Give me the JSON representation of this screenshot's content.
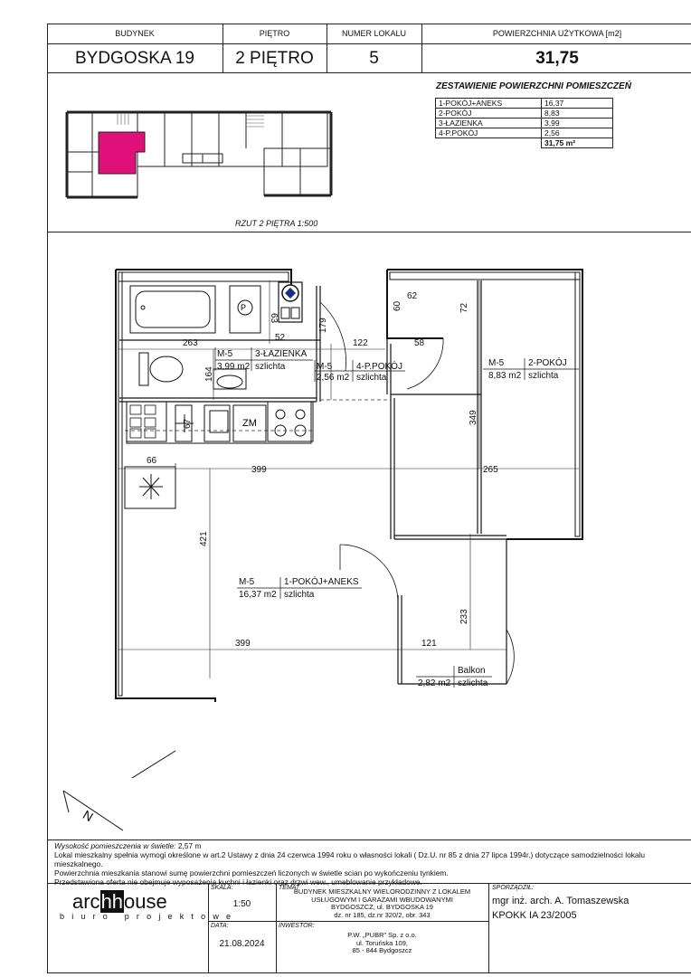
{
  "header": {
    "building_label": "BUDYNEK",
    "floor_label": "PIĘTRO",
    "unit_label": "NUMER LOKALU",
    "area_label": "POWIERZCHNIA UŻYTKOWA [m2]",
    "building": "BYDGOSKA 19",
    "floor": "2 PIĘTRO",
    "unit": "5",
    "area": "31,75"
  },
  "summary": {
    "title": "ZESTAWIENIE POWIERZCHNI POMIESZCZEŃ",
    "rows": [
      {
        "name": "1-POKÓJ+ANEKS",
        "value": "16,37"
      },
      {
        "name": "2-POKÓJ",
        "value": "8,83"
      },
      {
        "name": "3-ŁAZIENKA",
        "value": "3,99"
      },
      {
        "name": "4-P.POKÓJ",
        "value": "2,56"
      }
    ],
    "total": "31,75 m²"
  },
  "keyplan": {
    "caption": "RZUT 2 PIĘTRA 1:500",
    "highlight_color": "#e0107a"
  },
  "plan": {
    "rooms": [
      {
        "code": "M-5",
        "name": "3-ŁAZIENKA",
        "area": "3,99 m2",
        "finish": "szlichta"
      },
      {
        "code": "M-5",
        "name": "4-P.POKÓJ",
        "area": "2,56 m2",
        "finish": "szlichta"
      },
      {
        "code": "M-5",
        "name": "2-POKÓJ",
        "area": "8,83 m2",
        "finish": "szlichta"
      },
      {
        "code": "M-5",
        "name": "1-POKÓJ+ANEKS",
        "area": "16,37 m2",
        "finish": "szlichta"
      },
      {
        "code": "",
        "name": "Balkon",
        "area": "2,82 m2",
        "finish": "szlichta"
      }
    ],
    "dimensions": [
      "263",
      "52",
      "63",
      "179",
      "122",
      "58",
      "62",
      "60",
      "72",
      "164",
      "349",
      "67",
      "66",
      "399",
      "265",
      "421",
      "233",
      "399",
      "121"
    ],
    "appliance_label": "ZM",
    "boiler_label": "P",
    "north_symbol": "N"
  },
  "notes": {
    "height_label": "Wysokość pomieszczenia w świetle:",
    "height_value": "2,57 m",
    "lines": [
      "Lokal mieszkalny spełnia wymogi określone w art.2 Ustawy z dnia 24 czerwca 1994 roku o własności lokali ( Dz.U. nr 85 z dnia 27 lipca 1994r.) dotyczące samodzielności lokalu mieszkalnego.",
      "Powierzchnia mieszkania stanowi sumę powierzchni pomieszczeń liczonych w świetle scian po wykończeniu tynkiem.",
      "Przedstawiona oferta nie obejmuje wyposażenia kuchni i łazienki oraz drzwi wew., umeblowanie przykładowe."
    ]
  },
  "titleblock": {
    "logo_left": "arc",
    "logo_mid": "hh",
    "logo_right": "ouse",
    "logo_sub": "biuro projektowe",
    "scale_label": "SKALA:",
    "scale": "1:50",
    "date_label": "DATA:",
    "date": "21.08.2024",
    "subject_label": "TEMAT",
    "subject_lines": [
      "BUDYNEK MIESZKALNY WIELORODZINNY Z LOKALEM",
      "USŁUGOWYM I GARAŻAMI WBUDOWANYMI",
      "BYDGOSZCZ, ul. BYDGOSKA 19",
      "dz. nr 185, dz.nr 320/2, obr. 343"
    ],
    "investor_label": "INWESTOR:",
    "investor_lines": [
      "P.W. „PUBR” Sp. z o.o.",
      "ul. Toruńska 109,",
      "85 - 844 Bydgoszcz"
    ],
    "author_label": "SPORZĄDZIŁ:",
    "author": "mgr inż. arch. A. Tomaszewska",
    "license": "KPOKK IA 23/2005"
  }
}
